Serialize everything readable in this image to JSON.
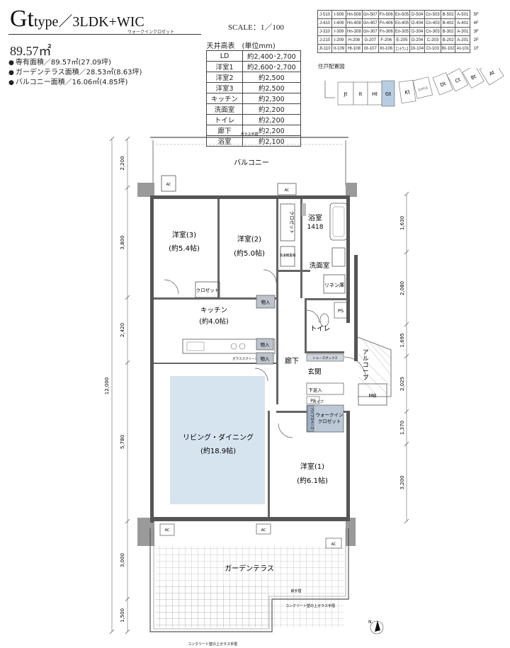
{
  "header": {
    "type_name": "Gt",
    "type_suffix": "type／3LDK+WIC",
    "wic_note": "ウォークインクロゼット",
    "scale": "SCALE：1／100",
    "total_area": "89.57㎡"
  },
  "areas": [
    "専有面積／89.57㎡(27.09坪)",
    "ガーデンテラス面積／28.53㎡(8.63坪)",
    "バルコニー面積／16.06㎡(4.85坪)"
  ],
  "ceiling_table": {
    "caption": "天井高表　(単位mm)",
    "rows": [
      [
        "LD",
        "約2,400･2,700"
      ],
      [
        "洋室1",
        "約2,600･2,700"
      ],
      [
        "洋室2",
        "約2,500"
      ],
      [
        "洋室3",
        "約2,500"
      ],
      [
        "キッチン",
        "約2,300"
      ],
      [
        "洗面室",
        "約2,200"
      ],
      [
        "トイレ",
        "約2,200"
      ],
      [
        "廊下",
        "約2,200"
      ],
      [
        "浴室",
        "約2,100"
      ]
    ]
  },
  "unit_table": {
    "rows": [
      [
        "J-510",
        "I-509",
        "Hn-508",
        "Gn-507",
        "Fn-506",
        "En-505",
        "D-504",
        "Cn-503",
        "B-502",
        "A-501",
        "5F"
      ],
      [
        "J-410",
        "I-409",
        "Hn-408",
        "Gn-407",
        "Fn-406",
        "En-405",
        "D-404",
        "Cn-403",
        "B-402",
        "A-401",
        "4F"
      ],
      [
        "J-310",
        "I-309",
        "Hn-308",
        "Gn-307",
        "Fn-306",
        "En-305",
        "D-304",
        "Cn-303",
        "B-302",
        "A-301",
        "3F"
      ],
      [
        "J-210",
        "I-209",
        "H-208",
        "G-207",
        "F-206",
        "E-205",
        "D-204",
        "C-203",
        "B-202",
        "A-201",
        "2F"
      ],
      [
        "Jt-110",
        "It-109",
        "Ht-108",
        "Gt-107",
        "Kt-106",
        "ｴﾝﾄﾗﾝｽ",
        "Dt-104",
        "Ct-103",
        "Bt-102",
        "At-101",
        "1F"
      ]
    ]
  },
  "location_map": {
    "title": "住戸配置図",
    "units": [
      "Jt",
      "It",
      "Ht",
      "Gt",
      "Kt",
      "ｴﾝﾄﾗﾝｽ",
      "Dt",
      "Ct",
      "Bt",
      "At"
    ]
  },
  "rooms": {
    "balcony": "バルコニー",
    "western3": "洋室(3)",
    "western3_size": "(約5.4帖)",
    "western2": "洋室(2)",
    "western2_size": "(約5.0帖)",
    "closet": "クロゼット",
    "closet_v": "クロゼット",
    "bath": "浴室",
    "bath_size": "1418",
    "washroom": "洗面室",
    "linen": "リネン庫",
    "kitchen": "キッチン",
    "kitchen_size": "(約4.0帖)",
    "storage": "物入",
    "toilet": "トイレ",
    "hall": "廊下",
    "entrance": "玄関",
    "alcove": "アルコーブ",
    "shoebox": "下足入",
    "wic": "ウォークイン\nクロゼット",
    "pipe_space": "パイプスペース",
    "pipe": "パイプ",
    "living": "リビング・ダイニング",
    "living_size": "(約18.9帖)",
    "western1": "洋室(1)",
    "western1_size": "(約6.1帖)",
    "garden": "ガーデンテラス",
    "ps": "PS",
    "mb": "MB",
    "ac": "AC",
    "shoe_cabinet": "シューズボックス",
    "laundry": "洗濯機置場",
    "glass_screen": "ガラススクリーン"
  },
  "annotations": {
    "glass_top": "ガラス手摺",
    "glass_bottom": "コンクリート壁の上ガラス手摺",
    "glass_bottom2": "コンクリート壁の上ガラス手摺",
    "metal_rail": "鉄手摺"
  },
  "dimensions_left": [
    "2,200",
    "3,800",
    "2,420",
    "5,780",
    "3,000",
    "1,500"
  ],
  "dimension_left_total": "12,000",
  "dimensions_right": [
    "1,630",
    "2,080",
    "1,695",
    "2,025",
    "1,370",
    "3,200"
  ]
}
